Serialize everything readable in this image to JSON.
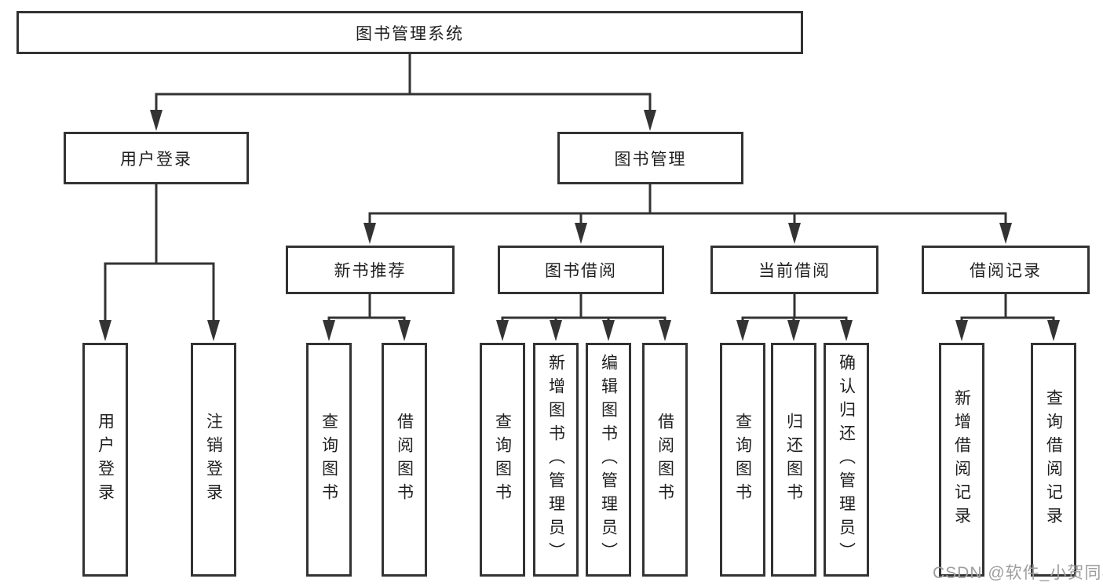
{
  "tree": {
    "root": {
      "label": "图书管理系统",
      "children": [
        {
          "label": "用户登录",
          "children": [
            {
              "label": "用户登录"
            },
            {
              "label": "注销登录"
            }
          ]
        },
        {
          "label": "图书管理",
          "children": [
            {
              "label": "新书推荐",
              "children": [
                {
                  "label": "查询图书"
                },
                {
                  "label": "借阅图书"
                }
              ]
            },
            {
              "label": "图书借阅",
              "children": [
                {
                  "label": "查询图书"
                },
                {
                  "label": "新增图书（管理员）"
                },
                {
                  "label": "编辑图书（管理员）"
                },
                {
                  "label": "借阅图书"
                }
              ]
            },
            {
              "label": "当前借阅",
              "children": [
                {
                  "label": "查询图书"
                },
                {
                  "label": "归还图书"
                },
                {
                  "label": "确认归还（管理员）"
                }
              ]
            },
            {
              "label": "借阅记录",
              "children": [
                {
                  "label": "新增借阅记录"
                },
                {
                  "label": "查询借阅记录"
                }
              ]
            }
          ]
        }
      ]
    }
  },
  "watermark": {
    "text": "CSDN @软件_小贺同学"
  },
  "colors": {
    "line": "#333333",
    "box_border": "#333333",
    "box_fill": "#ffffff",
    "text": "#1f1f1f",
    "watermark": "#9e9e9e",
    "background": "#ffffff"
  }
}
